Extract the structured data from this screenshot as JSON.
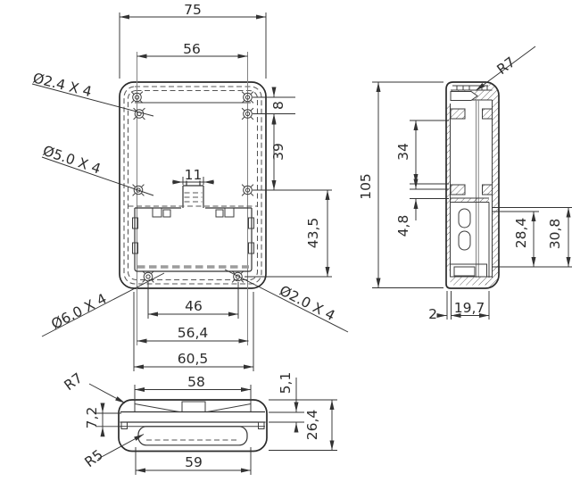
{
  "drawing": {
    "background": "#ffffff",
    "line_color": "#2b2b2b",
    "dims": {
      "overall_width": "75",
      "hole_span_top": "56",
      "offset_top": "8",
      "span_mid": "39",
      "tab_width": "11",
      "span_lower": "43,5",
      "span_46": "46",
      "span_56_4": "56,4",
      "span_60_5": "60,5",
      "span_58": "58",
      "span_59": "59",
      "lid_step": "5,1",
      "lid_depth": "7,2",
      "end_height": "26,4",
      "overall_height": "105",
      "boss_span": "34",
      "ledge_gap": "4,8",
      "cavity_28_4": "28,4",
      "cavity_30_8": "30,8",
      "wall": "2",
      "base_depth": "19,7"
    },
    "labels": {
      "dia_2_4": "Ø2.4 X 4",
      "dia_5_0": "Ø5.0 X 4",
      "dia_6_0": "Ø6.0 X 4",
      "dia_2_0": "Ø2.0 X 4",
      "r7_side": "R7",
      "r7_bottom": "R7",
      "r5_bottom": "R5"
    }
  }
}
